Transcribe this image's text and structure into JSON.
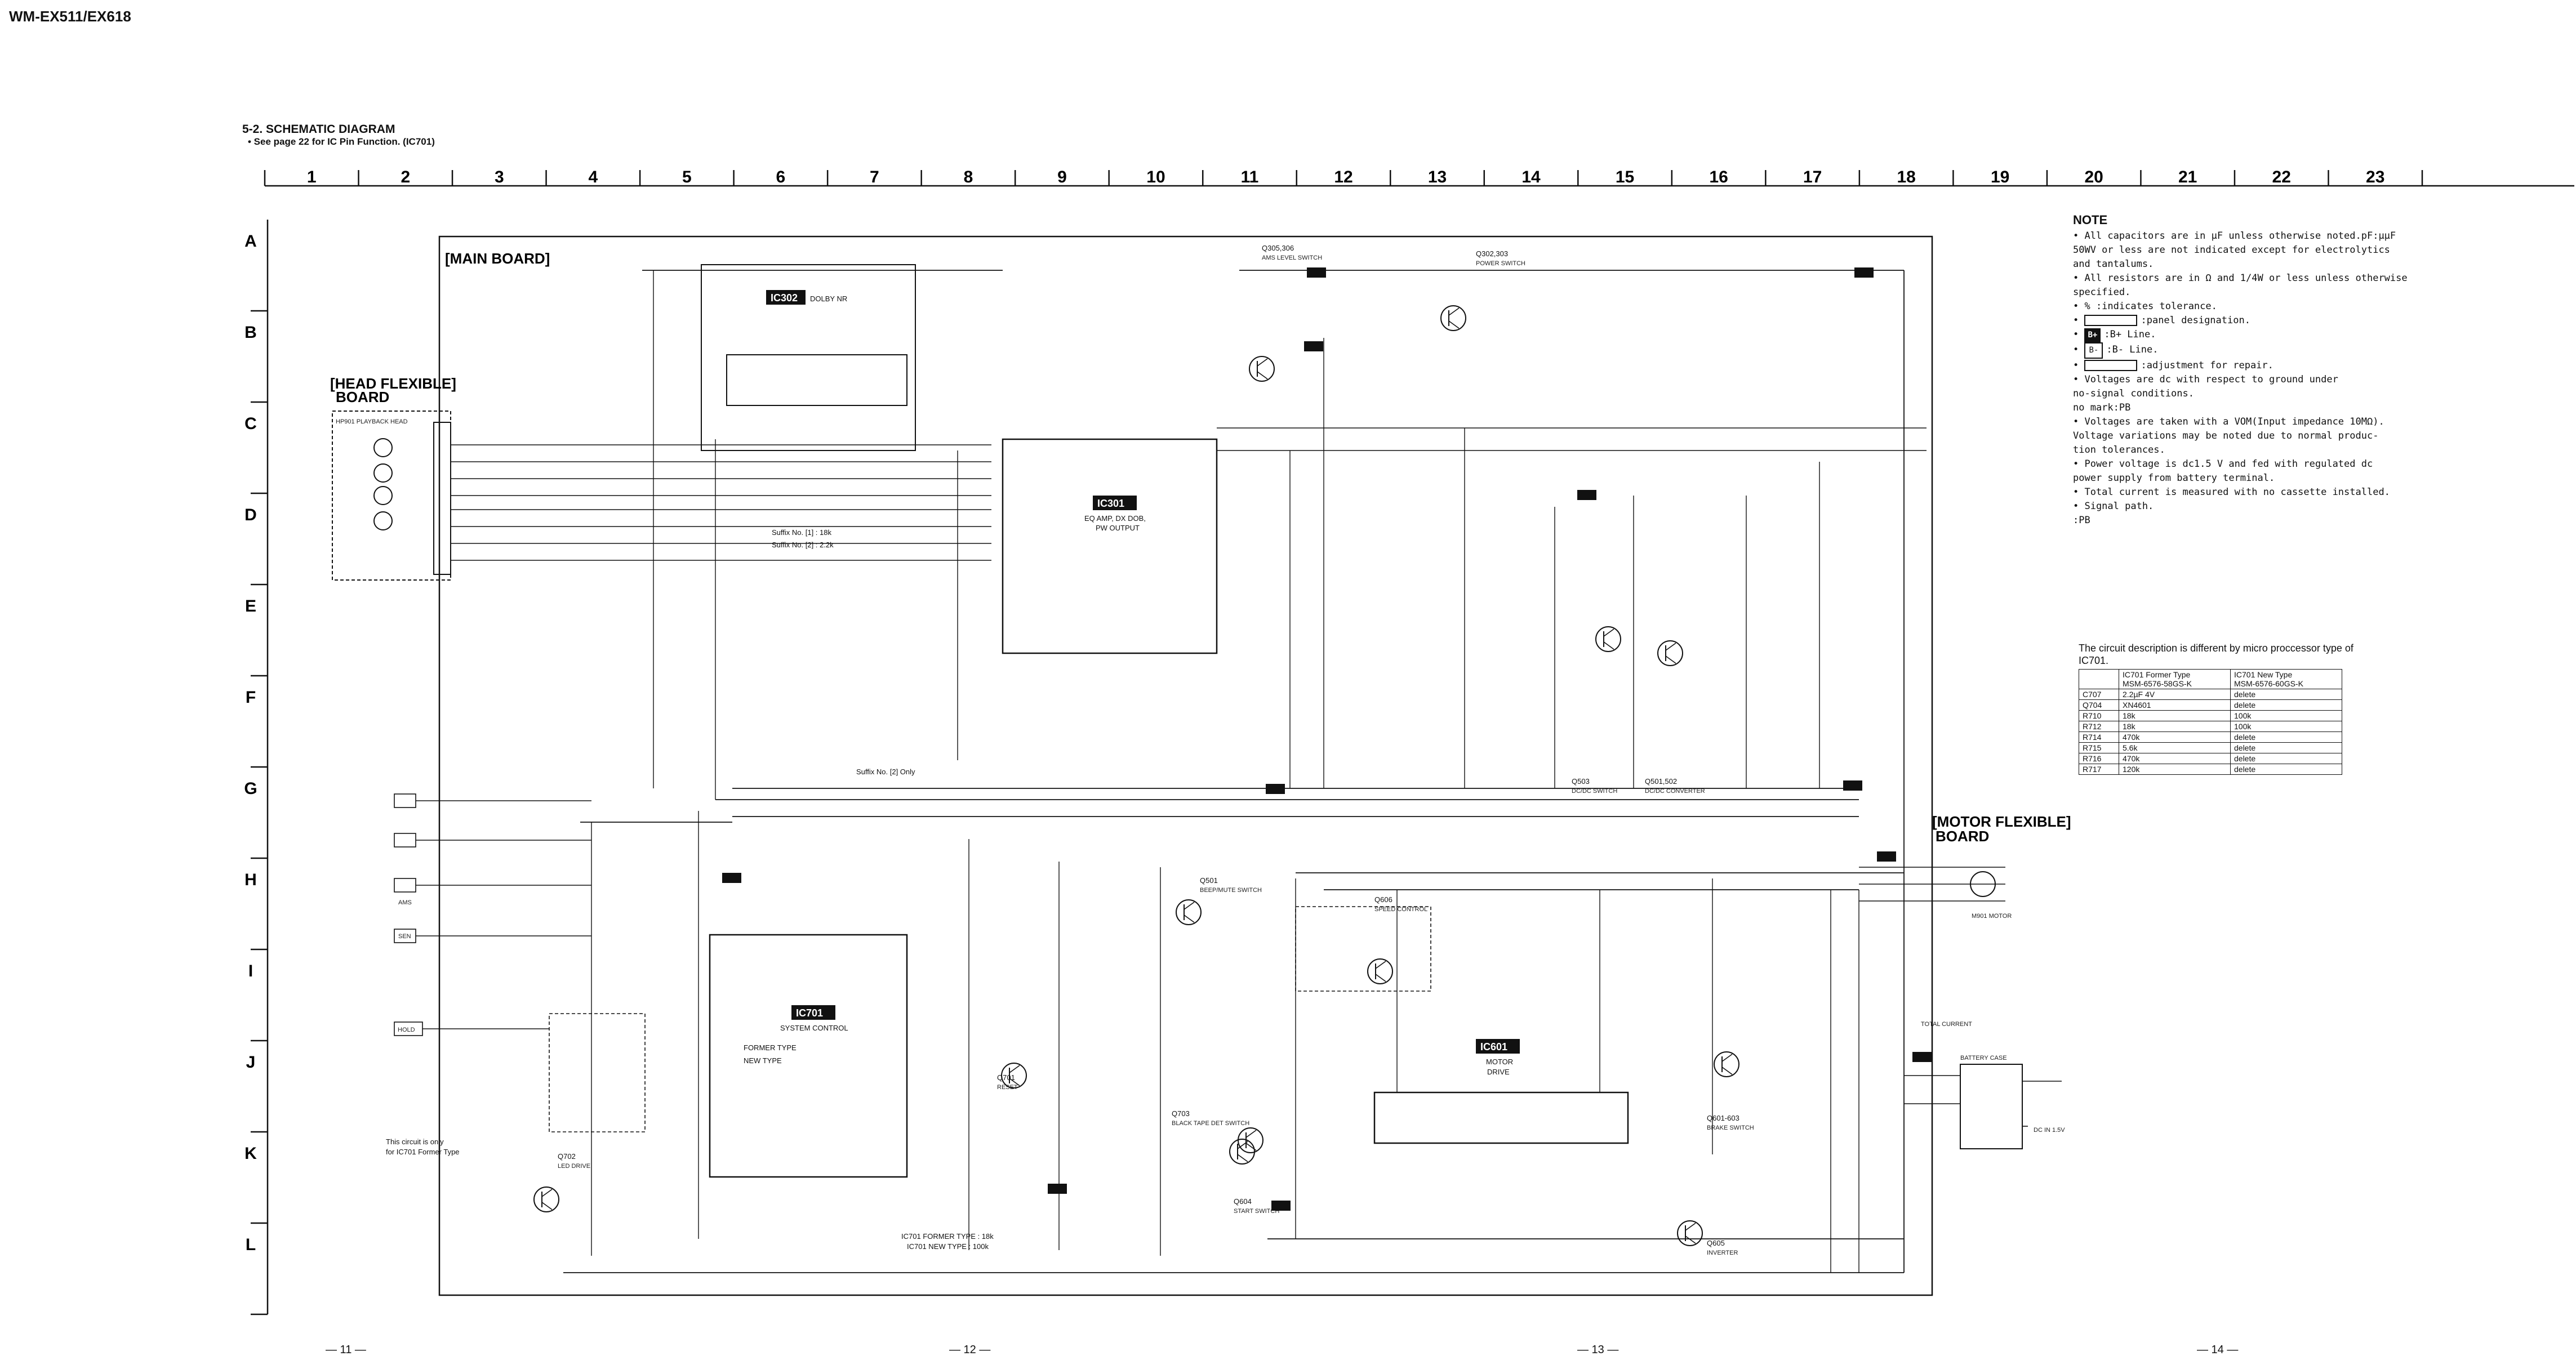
{
  "header": {
    "model": "WM-EX511/EX618",
    "section_title": "5-2. SCHEMATIC DIAGRAM",
    "section_note": "• See page 22 for IC Pin Function. (IC701)"
  },
  "grid": {
    "columns": [
      "1",
      "2",
      "3",
      "4",
      "5",
      "6",
      "7",
      "8",
      "9",
      "10",
      "11",
      "12",
      "13",
      "14",
      "15",
      "16",
      "17",
      "18",
      "19",
      "20",
      "21",
      "22",
      "23"
    ],
    "rows": [
      "A",
      "B",
      "C",
      "D",
      "E",
      "F",
      "G",
      "H",
      "I",
      "J",
      "K",
      "L"
    ]
  },
  "boards": {
    "main": "[MAIN BOARD]",
    "head_flex_1": "[HEAD FLEXIBLE]",
    "head_flex_2": "BOARD",
    "motor_flex_1": "[MOTOR FLEXIBLE]",
    "motor_flex_2": "BOARD"
  },
  "ics": {
    "ic302": {
      "ref": "IC302",
      "name": "DOLBY NR"
    },
    "ic301": {
      "ref": "IC301",
      "name_1": "EQ AMP, DX DOB,",
      "name_2": "PW OUTPUT"
    },
    "ic701": {
      "ref": "IC701",
      "name": "SYSTEM CONTROL",
      "former": "FORMER TYPE",
      "new": "NEW TYPE"
    },
    "ic601": {
      "ref": "IC601",
      "name_1": "MOTOR",
      "name_2": "DRIVE"
    }
  },
  "transistors": [
    {
      "id": "q305",
      "ref": "Q305,306",
      "func": "AMS LEVEL SWITCH"
    },
    {
      "id": "q302",
      "ref": "Q302,303",
      "func": "POWER SWITCH"
    },
    {
      "id": "q503",
      "ref": "Q503",
      "func": "DC/DC SWITCH"
    },
    {
      "id": "q501",
      "ref": "Q501,502",
      "func": "DC/DC CONVERTER"
    },
    {
      "id": "q501b",
      "ref": "Q501",
      "func": "BEEP/MUTE SWITCH"
    },
    {
      "id": "q606",
      "ref": "Q606",
      "func": "SPEED CONTROL"
    },
    {
      "id": "q701",
      "ref": "Q701",
      "func": "RESET"
    },
    {
      "id": "q703",
      "ref": "Q703",
      "func": "BLACK TAPE DET SWITCH"
    },
    {
      "id": "q702",
      "ref": "Q702",
      "func": "LED DRIVE"
    },
    {
      "id": "q604",
      "ref": "Q604",
      "func": "START SWITCH"
    },
    {
      "id": "q601",
      "ref": "Q601-603",
      "func": "BRAKE SWITCH"
    },
    {
      "id": "q605",
      "ref": "Q605",
      "func": "INVERTER"
    }
  ],
  "misc_labels": {
    "suffix_no_1": "Suffix No. [1] : 18k",
    "suffix_no_2": "Suffix No. [2] : 2.2k",
    "suffix_only": "Suffix No. [2] Only",
    "former_only_1": "This circuit is only",
    "former_only_2": "for IC701 Former Type",
    "ic701_former_new_1": "IC701 FORMER TYPE : 18k",
    "ic701_former_new_2": "IC701 NEW TYPE : 100k",
    "playback_head": "HP901 PLAYBACK HEAD",
    "hold": "HOLD",
    "ams": "AMS",
    "sen": "SEN",
    "motor": "M901 MOTOR",
    "battery_case": "BATTERY CASE",
    "dc_in": "DC IN 1.5V",
    "total_current": "TOTAL CURRENT"
  },
  "notes": {
    "title": "NOTE",
    "lines": [
      "• All capacitors are in µF unless otherwise noted.pF:µµF",
      "  50WV or less are not indicated except for electrolytics",
      "  and tantalums.",
      "• All resistors are in Ω and 1/4W or less unless otherwise",
      "  specified.",
      "•  %   :indicates tolerance.",
      "•       :panel designation.",
      "•       :B+ Line.",
      "•       :B- Line.",
      "•       :adjustment for repair.",
      "• Voltages are dc with respect to ground under",
      "  no-signal conditions.",
      "  no mark:PB",
      "• Voltages are taken with a VOM(Input impedance 10MΩ).",
      "  Voltage variations may be noted due to normal produc-",
      "  tion tolerances.",
      "• Power voltage is dc1.5 V and fed with regulated dc",
      "  power supply from battery terminal.",
      "• Total current is measured with no cassette installed.",
      "• Signal path.",
      "       :PB"
    ],
    "b_plus": "B+",
    "b_minus": "B-"
  },
  "circuit_desc": "The circuit description is different by micro proccessor type of IC701.",
  "ic701_table": {
    "headers": [
      "",
      "IC701 Former Type\nMSM-6576-58GS-K",
      "IC701 New Type\nMSM-6576-60GS-K"
    ],
    "header_former_1": "IC701 Former Type",
    "header_former_2": "MSM-6576-58GS-K",
    "header_new_1": "IC701 New Type",
    "header_new_2": "MSM-6576-60GS-K",
    "rows": [
      [
        "C707",
        "2.2µF  4V",
        "delete"
      ],
      [
        "Q704",
        "XN4601",
        "delete"
      ],
      [
        "R710",
        "18k",
        "100k"
      ],
      [
        "R712",
        "18k",
        "100k"
      ],
      [
        "R714",
        "470k",
        "delete"
      ],
      [
        "R715",
        "5.6k",
        "delete"
      ],
      [
        "R716",
        "470k",
        "delete"
      ],
      [
        "R717",
        "120k",
        "delete"
      ]
    ]
  },
  "footer": {
    "page_11": "— 11 —",
    "page_12": "— 12 —",
    "page_13": "— 13 —",
    "page_14": "— 14 —"
  }
}
